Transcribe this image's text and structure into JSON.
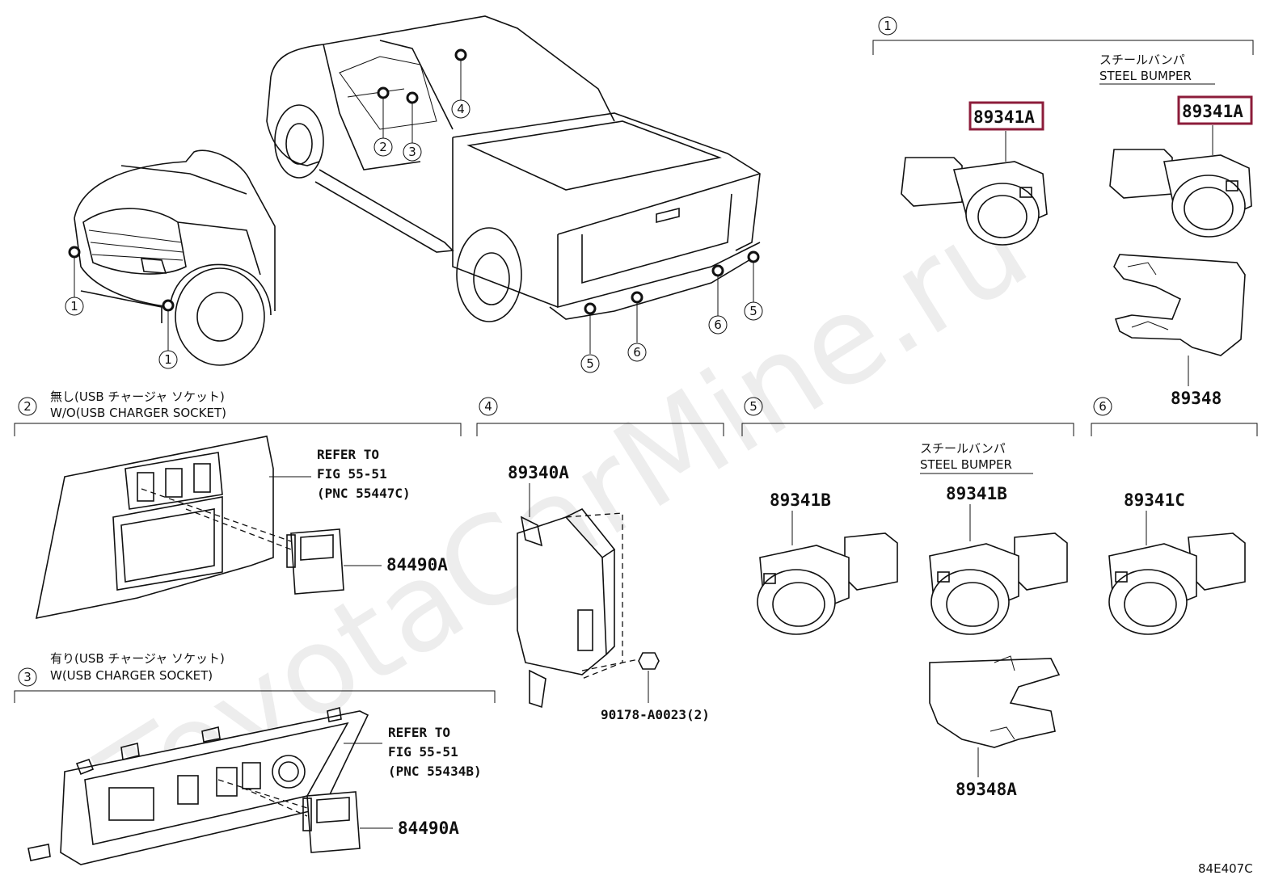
{
  "watermark": "ToyotaCarMine.ru",
  "figure_code": "84E407C",
  "callouts": {
    "c1": "1",
    "c2": "2",
    "c3": "3",
    "c4": "4",
    "c5": "5",
    "c6": "6"
  },
  "sections": {
    "s1": {
      "number": "1",
      "jp_note": "スチールバンパ",
      "en_note": "STEEL BUMPER",
      "part_a": "89341A",
      "part_b": "89341A",
      "part_c": "89348"
    },
    "s2": {
      "number": "2",
      "jp_title": "無し(USB チャージャ ソケット)",
      "en_title": "W/O(USB CHARGER SOCKET)",
      "refer": [
        "REFER TO",
        "FIG 55-51",
        "(PNC 55447C)"
      ],
      "part": "84490A"
    },
    "s3": {
      "number": "3",
      "jp_title": "有り(USB チャージャ ソケット)",
      "en_title": "W(USB CHARGER SOCKET)",
      "refer": [
        "REFER TO",
        "FIG 55-51",
        "(PNC 55434B)"
      ],
      "part": "84490A"
    },
    "s4": {
      "number": "4",
      "part": "89340A",
      "bolt": "90178-A0023(2)"
    },
    "s5": {
      "number": "5",
      "jp_note": "スチールバンパ",
      "en_note": "STEEL BUMPER",
      "part_a": "89341B",
      "part_b": "89341B",
      "part_c": "89348A"
    },
    "s6": {
      "number": "6",
      "part": "89341C"
    }
  }
}
